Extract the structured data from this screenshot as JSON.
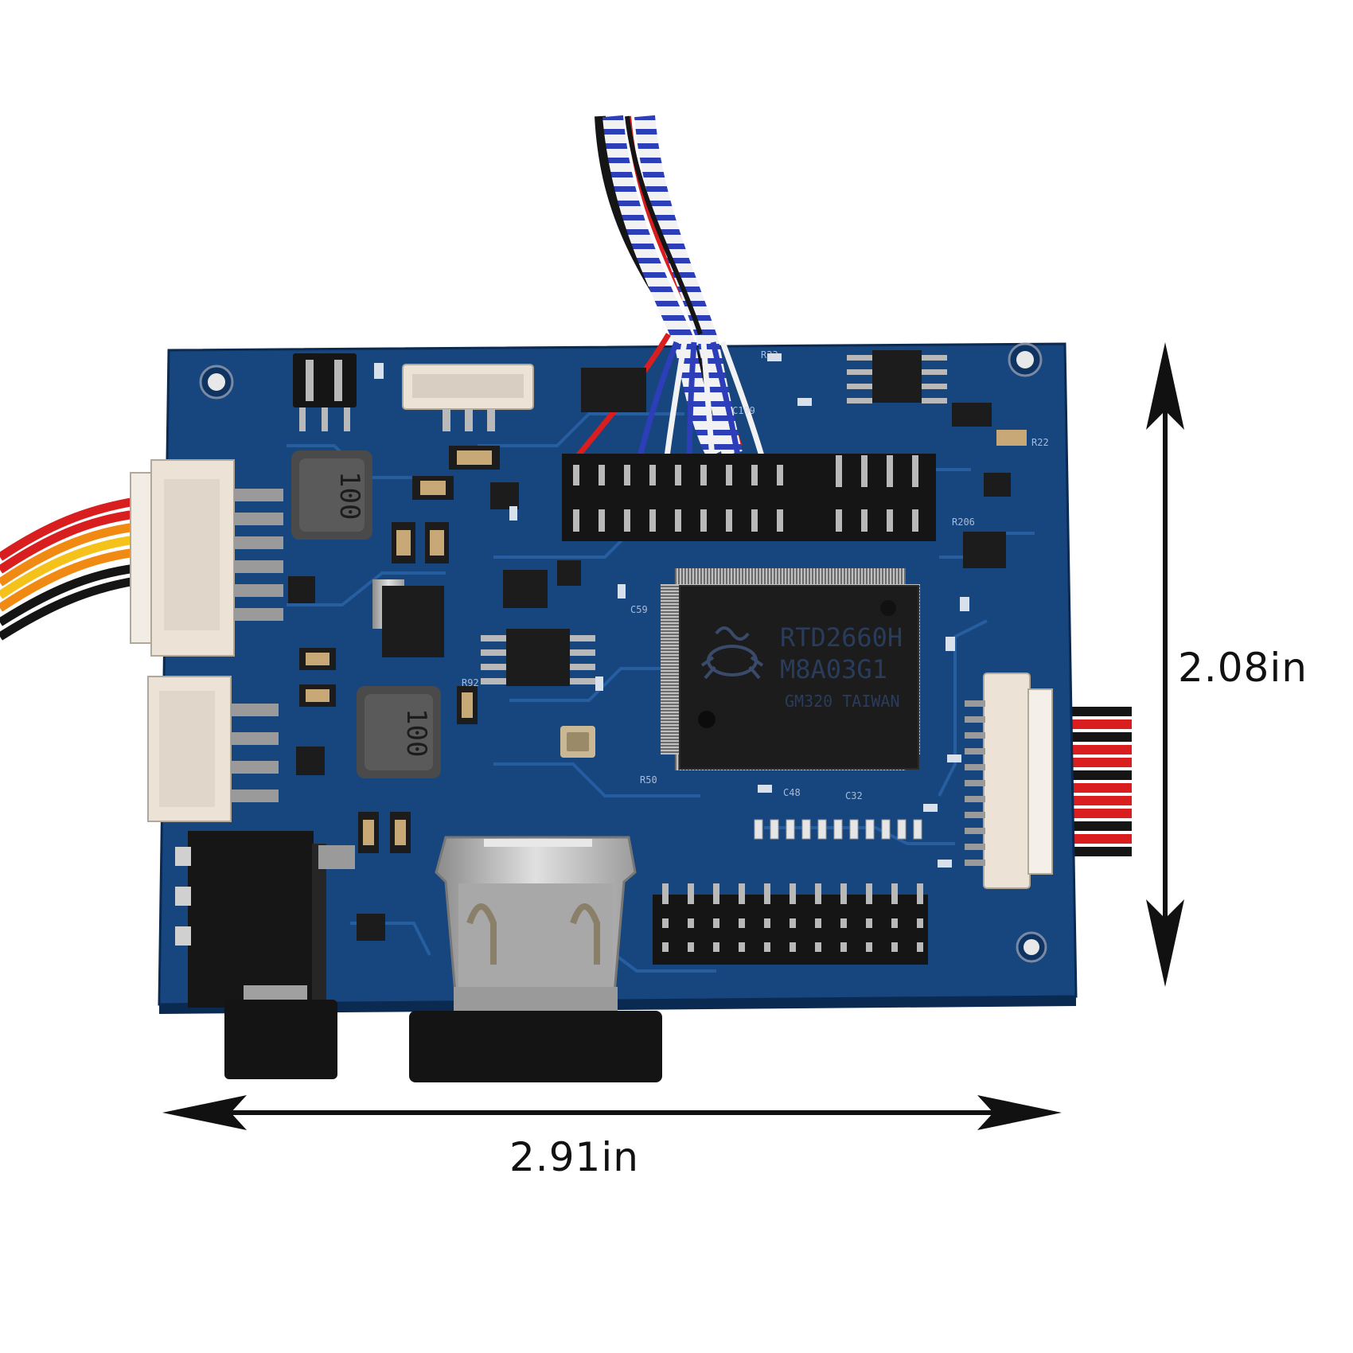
{
  "photo": {
    "colors": {
      "pcb": "#17457e",
      "pcb_dark": "#0f3462",
      "trace": "#2860a4",
      "silkscreen": "#d8e0ec",
      "connector": "#ece3d6",
      "black": "#151515",
      "wire_red": "#d81e1e",
      "wire_orange": "#f08a12",
      "wire_yellow": "#f5c21c",
      "wire_blue": "#2d3fb8",
      "wire_white": "#f2f2f2",
      "metal": "#b9b9b9"
    },
    "chip": {
      "line1": "RTD2660H",
      "line2": "M8A03G1",
      "line3": "GM320 TAIWAN"
    },
    "inductor_marking": "100",
    "dimensions": {
      "height": "2.08in",
      "width": "2.91in"
    }
  }
}
